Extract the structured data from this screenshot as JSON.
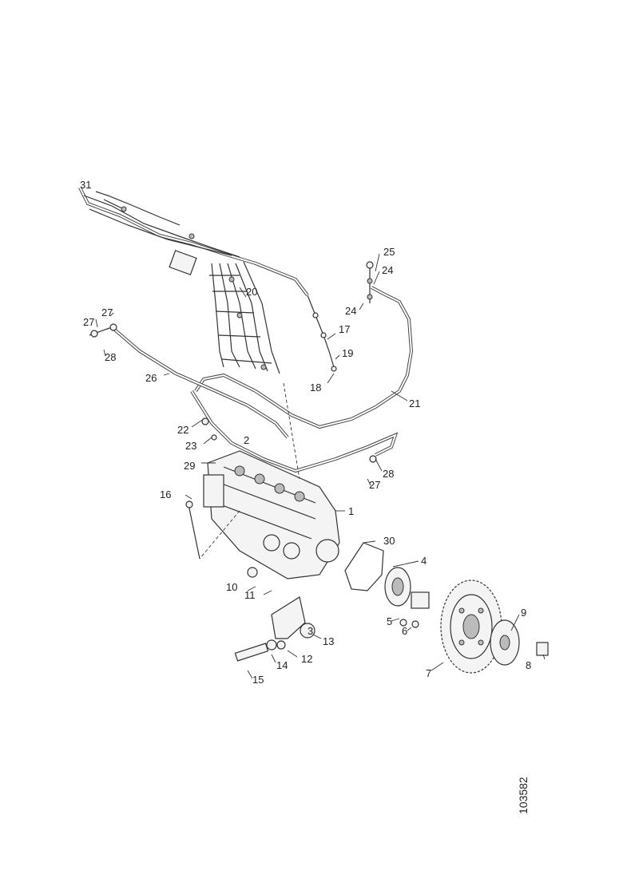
{
  "figure_id": "103582",
  "labels": {
    "l1": "1",
    "l2": "2",
    "l3": "3",
    "l4": "4",
    "l5": "5",
    "l6": "6",
    "l7": "7",
    "l8": "8",
    "l9": "9",
    "l10": "10",
    "l11": "11",
    "l12": "12",
    "l13": "13",
    "l14": "14",
    "l15": "15",
    "l16": "16",
    "l17": "17",
    "l18": "18",
    "l19": "19",
    "l20": "20",
    "l21": "21",
    "l22": "22",
    "l23": "23",
    "l24a": "24",
    "l24b": "24",
    "l25": "25",
    "l26": "26",
    "l27a": "27",
    "l27b": "27",
    "l27c": "27",
    "l28a": "28",
    "l28b": "28",
    "l29": "29",
    "l30": "30",
    "l31": "31"
  }
}
